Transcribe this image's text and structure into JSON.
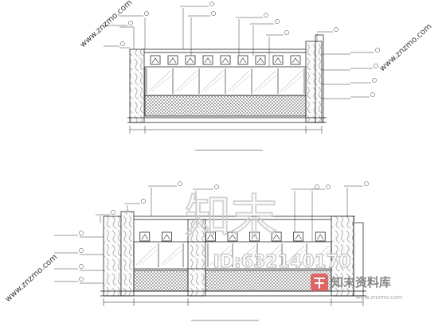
{
  "drawing": {
    "elevation_top": {
      "title": "",
      "overall_dimension": "",
      "left_dimension": "",
      "right_dimension": ""
    },
    "elevation_bottom": {
      "title": "",
      "dimensions": [
        "",
        "",
        "",
        ""
      ]
    }
  },
  "watermark": {
    "brand_glyphs": "知末",
    "id_text": "ID:632140170",
    "corner_logo_text": "知末资料库",
    "corner_logo_url": "www.znzmo.com",
    "diagonal_url": "www.znzmo.com"
  },
  "colors": {
    "line": "#111111",
    "marble": "#b8b8b8",
    "hatch": "#555555",
    "watermark": "#d0d0d0",
    "logo_red": "#e05a5a"
  }
}
